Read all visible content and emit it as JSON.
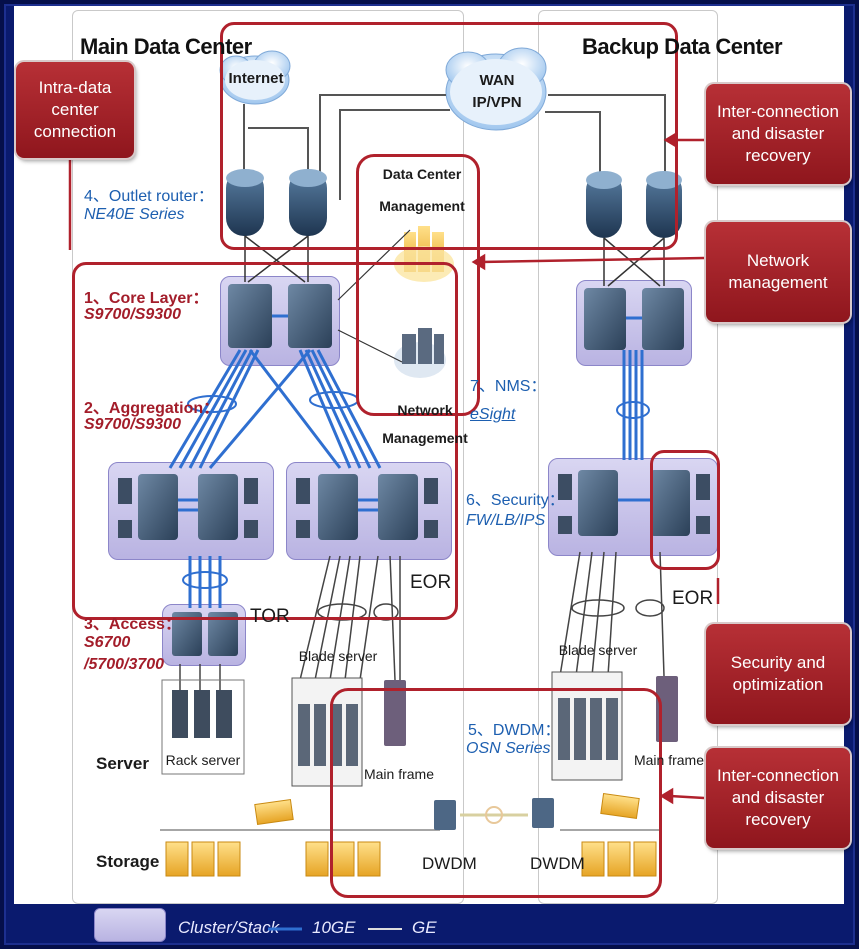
{
  "titles": {
    "main_dc": "Main Data Center",
    "backup_dc": "Backup Data Center"
  },
  "clouds": {
    "internet": "Internet",
    "wan_line1": "WAN",
    "wan_line2": "IP/VPN"
  },
  "layers": {
    "outlet_label": "4、Outlet router：",
    "outlet_model": "NE40E Series",
    "core_label": "1、Core Layer：",
    "core_model": "S9700/S9300",
    "agg_label": "2、Aggregation：",
    "agg_model": "S9700/S9300",
    "access_label": "3、Access：",
    "access_model_1": "S6700",
    "access_model_2": "/5700/3700",
    "nms_label": "7、NMS：",
    "nms_model": "eSight",
    "security_label": "6、Security：",
    "security_model": "FW/LB/IPS",
    "dwdm_label": "5、DWDM：",
    "dwdm_model": "OSN Series"
  },
  "nodes": {
    "dc_mgmt_1": "Data Center",
    "dc_mgmt_2": "Management",
    "net_mgmt_1": "Network",
    "net_mgmt_2": "Management",
    "eor_main": "EOR",
    "eor_backup": "EOR",
    "tor": "TOR",
    "blade_main": "Blade server",
    "blade_backup": "Blade server",
    "mainframe_main": "Main frame",
    "mainframe_backup": "Main frame",
    "rack_server": "Rack server",
    "server": "Server",
    "storage": "Storage",
    "dwdm_1": "DWDM",
    "dwdm_2": "DWDM"
  },
  "callouts": {
    "intra_1": "Intra-data center",
    "intra_2": "connection",
    "inter_top_1": "Inter-connection",
    "inter_top_2": "and disaster recovery",
    "netmgmt_1": "Network",
    "netmgmt_2": "management",
    "secopt_1": "Security and",
    "secopt_2": "optimization",
    "inter_bot_1": "Inter-connection",
    "inter_bot_2": "and disaster recovery"
  },
  "legend": {
    "cluster": "Cluster/Stack",
    "tenge": "10GE",
    "ge": "GE"
  },
  "colors": {
    "callout_red": "#a8232b",
    "highlight_red": "#b0212c",
    "cluster_purple": "#c8c3ea",
    "link_blue": "#2f6fd0",
    "background_navy": "#0a1a6e"
  }
}
